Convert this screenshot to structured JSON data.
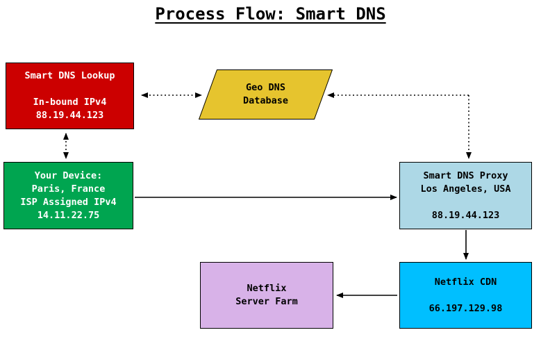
{
  "title": "Process Flow: Smart DNS",
  "nodes": {
    "lookup": {
      "lines": [
        "Smart DNS Lookup",
        "",
        "In-bound IPv4",
        "88.19.44.123"
      ],
      "fill": "#cc0000",
      "text_color": "#ffffff",
      "shape": "rectangle"
    },
    "geodns": {
      "lines": [
        "Geo DNS",
        "Database"
      ],
      "fill": "#e6c42e",
      "text_color": "#000000",
      "shape": "parallelogram"
    },
    "device": {
      "lines": [
        "Your Device:",
        "Paris, France",
        "ISP Assigned IPv4",
        "14.11.22.75"
      ],
      "fill": "#00a550",
      "text_color": "#ffffff",
      "shape": "rectangle"
    },
    "proxy": {
      "lines": [
        "Smart DNS Proxy",
        "Los Angeles, USA",
        "",
        "88.19.44.123"
      ],
      "fill": "#add8e6",
      "text_color": "#000000",
      "shape": "rectangle"
    },
    "cdn": {
      "lines": [
        "Netflix CDN",
        "",
        "66.197.129.98"
      ],
      "fill": "#00bfff",
      "text_color": "#000000",
      "shape": "rectangle"
    },
    "farm": {
      "lines": [
        "Netflix",
        "Server Farm"
      ],
      "fill": "#d8b2e8",
      "text_color": "#000000",
      "shape": "rectangle"
    }
  },
  "edges": [
    {
      "from": "lookup",
      "to": "geodns",
      "style": "dotted",
      "bidirectional": true
    },
    {
      "from": "device",
      "to": "lookup",
      "style": "dotted",
      "bidirectional": true
    },
    {
      "from": "geodns",
      "to": "proxy",
      "style": "dotted",
      "bidirectional": true
    },
    {
      "from": "device",
      "to": "proxy",
      "style": "solid",
      "bidirectional": false
    },
    {
      "from": "proxy",
      "to": "cdn",
      "style": "solid",
      "bidirectional": false
    },
    {
      "from": "cdn",
      "to": "farm",
      "style": "solid",
      "bidirectional": false
    }
  ]
}
